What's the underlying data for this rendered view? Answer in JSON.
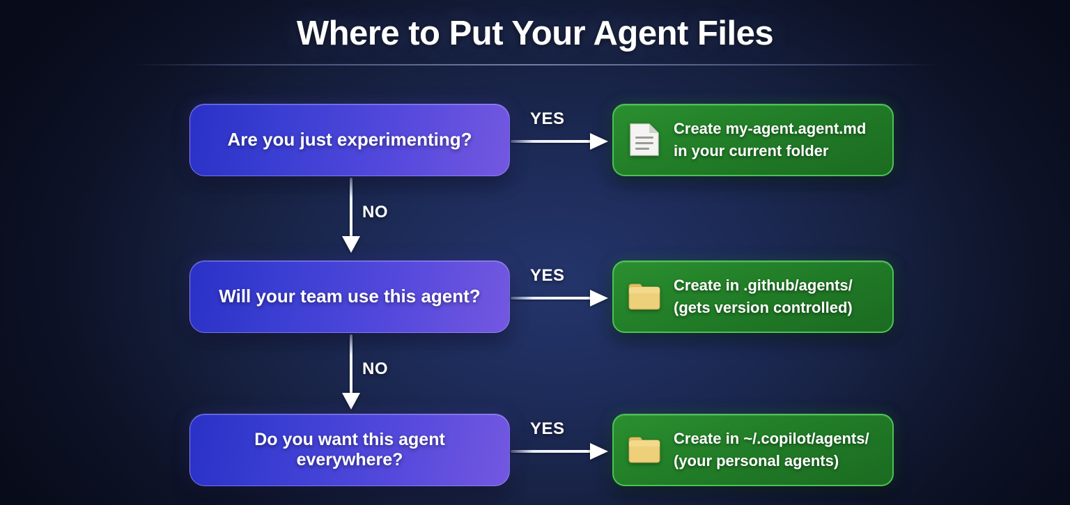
{
  "header": {
    "title": "Where to Put Your Agent Files"
  },
  "colors": {
    "background_dark": "#0c1024",
    "background_center": "#24356b",
    "decision_box_start": "#2a31c6",
    "decision_box_end": "#7358e0",
    "outcome_box": "#207a26",
    "outcome_border": "#4cc255",
    "arrow": "#ffffff",
    "text": "#ffffff",
    "folder_icon": "#e8c86a",
    "document_icon": "#f2f2f0"
  },
  "flow": {
    "rows": [
      {
        "decision": {
          "label": "Are you just experimenting?"
        },
        "branch_yes_label": "YES",
        "branch_no_label": "NO",
        "outcome": {
          "icon": "document-icon",
          "text": "Create my-agent.agent.md\nin your current folder"
        }
      },
      {
        "decision": {
          "label": "Will your team use this agent?"
        },
        "branch_yes_label": "YES",
        "branch_no_label": "NO",
        "outcome": {
          "icon": "folder-icon",
          "text": "Create in .github/agents/\n(gets version controlled)"
        }
      },
      {
        "decision": {
          "label": "Do you want this agent everywhere?"
        },
        "branch_yes_label": "YES",
        "branch_no_label": "",
        "outcome": {
          "icon": "folder-icon",
          "text": "Create in ~/.copilot/agents/\n(your personal agents)"
        }
      }
    ]
  }
}
